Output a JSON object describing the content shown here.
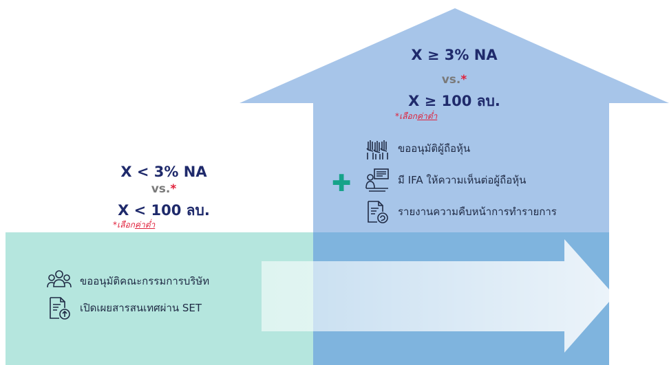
{
  "high": {
    "cond1": "X ≥ 3% NA",
    "vs": "vs.",
    "star": "*",
    "cond2": "X ≥ 100 ลบ.",
    "note_prefix": "*เลือก",
    "note_emph": "ค่าต่ำ",
    "plus": "✚",
    "items": [
      {
        "icon": "raised-hands-icon",
        "label": "ขออนุมัติผู้ถือหุ้น"
      },
      {
        "icon": "advisor-presentation-icon",
        "label": "มี IFA ให้ความเห็นต่อผู้ถือหุ้น"
      },
      {
        "icon": "progress-report-icon",
        "label": "รายงานความคืบหน้าการทำรายการ"
      }
    ]
  },
  "low": {
    "cond1": "X < 3% NA",
    "vs": "vs.",
    "star": "*",
    "cond2": "X < 100 ลบ.",
    "note_prefix": "*เลือก",
    "note_emph": "ค่าต่ำ",
    "items": [
      {
        "icon": "board-group-icon",
        "label": "ขออนุมัติคณะกรรมการบริษัท"
      },
      {
        "icon": "document-upload-icon",
        "label": "เปิดเผยสารสนเทศผ่าน SET"
      }
    ]
  },
  "colors": {
    "teal_band": "#b5e6de",
    "blue_house": "#a7c5e9",
    "overlap": "#7fb4de",
    "navy_text": "#1f2a6b",
    "accent_red": "#e0203a",
    "plus_green": "#16a389"
  }
}
